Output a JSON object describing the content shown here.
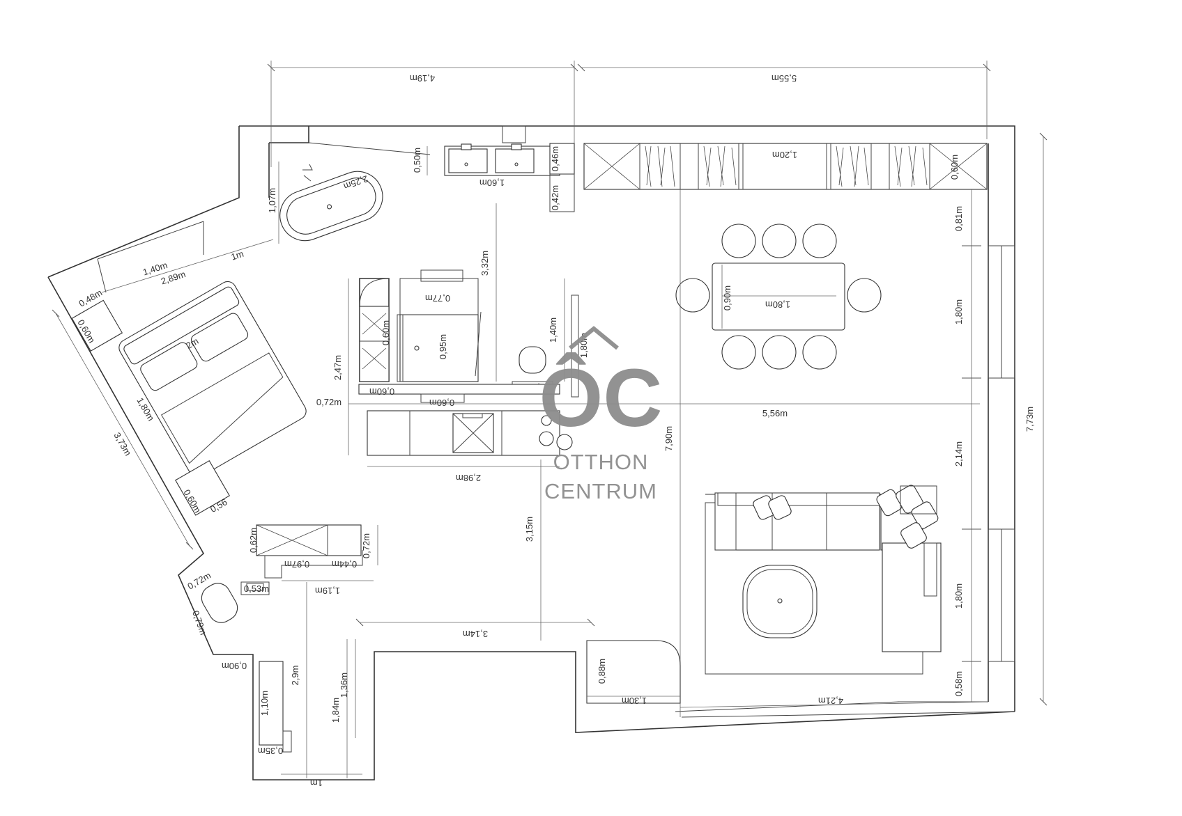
{
  "logo": {
    "mark": "ÔC",
    "line1": "OTTHON",
    "line2": "CENTRUM"
  },
  "dimensions": {
    "top_left_width": "4,19m",
    "top_right_width": "5,55m",
    "right_height": "7,73m",
    "bath_tub": "2,25m",
    "bath_tub_side": "1,07m",
    "bath_sink_depth": "0,50m",
    "bath_sink_width": "1,60m",
    "bath_small_depth": "0,46m",
    "bath_small_side": "0,42m",
    "wardrobe_top_right": "0,60m",
    "kitchen_pantry": "1,20m",
    "bed_wall_1": "1,40m",
    "bed_wall_2": "2,89m",
    "bed_wall_3": "1m",
    "bed_nightstand": "0,48m",
    "bed_nightstand_side": "0,60m",
    "bed_size": "2m",
    "bed_width": "1,80m",
    "bedroom_diagonal": "3,73m",
    "bed_nightstand_bottom": "0,60m",
    "bed_nightstand_small": "0,56",
    "shower_width": "0,77m",
    "shower_depth": "0,95m",
    "vertical_332": "3,32m",
    "vertical_140": "1,40m",
    "vertical_180": "1,80m",
    "kitchen_height": "2,47m",
    "kitchen_offset": "0,72m",
    "kitchen_600": "0,60m",
    "kitchen_600b": "0,60m",
    "kitchen_130": "1,30m",
    "kitchen_width": "2,98m",
    "dining_width": "1,80m",
    "dining_depth": "0,90m",
    "living_width": "5,56m",
    "living_height": "7,90m",
    "right_081": "0,81m",
    "right_180a": "1,80m",
    "right_214": "2,14m",
    "right_180b": "1,80m",
    "right_058": "0,58m",
    "hall_315": "3,15m",
    "hall_314": "3,14m",
    "wc_062": "0,62m",
    "wc_097": "0,97m",
    "wc_044": "0,44m",
    "wc_072": "0,72m",
    "wc_119": "1,19m",
    "wc_053": "0,53m",
    "toilet_072": "0,72m",
    "toilet_079": "0,79m",
    "entry_090": "0,90m",
    "entry_29": "2,9m",
    "entry_110": "1,10m",
    "entry_035": "0,35m",
    "entry_184": "1,84m",
    "entry_136": "1,36m",
    "entry_1m": "1m",
    "terrace_088": "0,88m",
    "terrace_130": "1,30m",
    "terrace_421": "4,21m"
  }
}
